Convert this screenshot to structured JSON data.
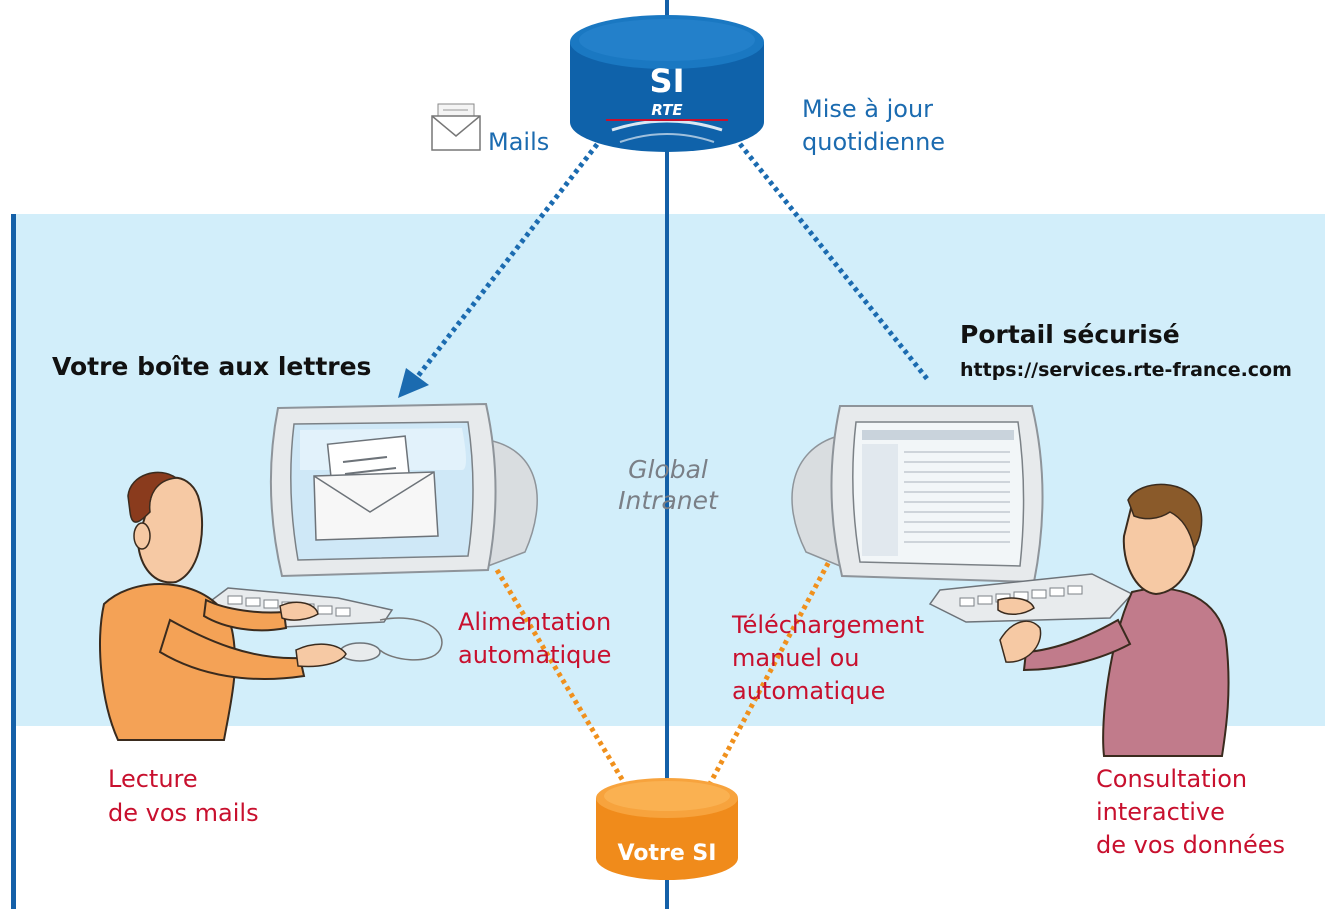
{
  "si_rte": {
    "title": "SI",
    "subtitle": "RTE"
  },
  "mails_label": "Mails",
  "update_label": [
    "Mise à jour",
    "quotidienne"
  ],
  "mailbox_title": "Votre boîte aux lettres",
  "portal": {
    "title": "Portail sécurisé",
    "url": "https://services.rte-france.com"
  },
  "network_label": [
    "Global",
    "Intranet"
  ],
  "feed_label": [
    "Alimentation",
    "automatique"
  ],
  "download_label": [
    "Téléchargement",
    "manuel ou",
    "automatique"
  ],
  "reading_label": [
    "Lecture",
    "de vos mails"
  ],
  "consult_label": [
    "Consultation",
    "interactive",
    "de vos données"
  ],
  "votre_si": "Votre SI",
  "colors": {
    "zone": "#d2eefa",
    "rte_blue": "#0f62aa",
    "link_blue": "#1b6bb0",
    "red_text": "#c8102e",
    "orange": "#f0901c",
    "axis": "#1460a8"
  },
  "icons": [
    "database-icon",
    "envelope-icon",
    "monitor-icon",
    "keyboard-icon",
    "person-icon"
  ]
}
